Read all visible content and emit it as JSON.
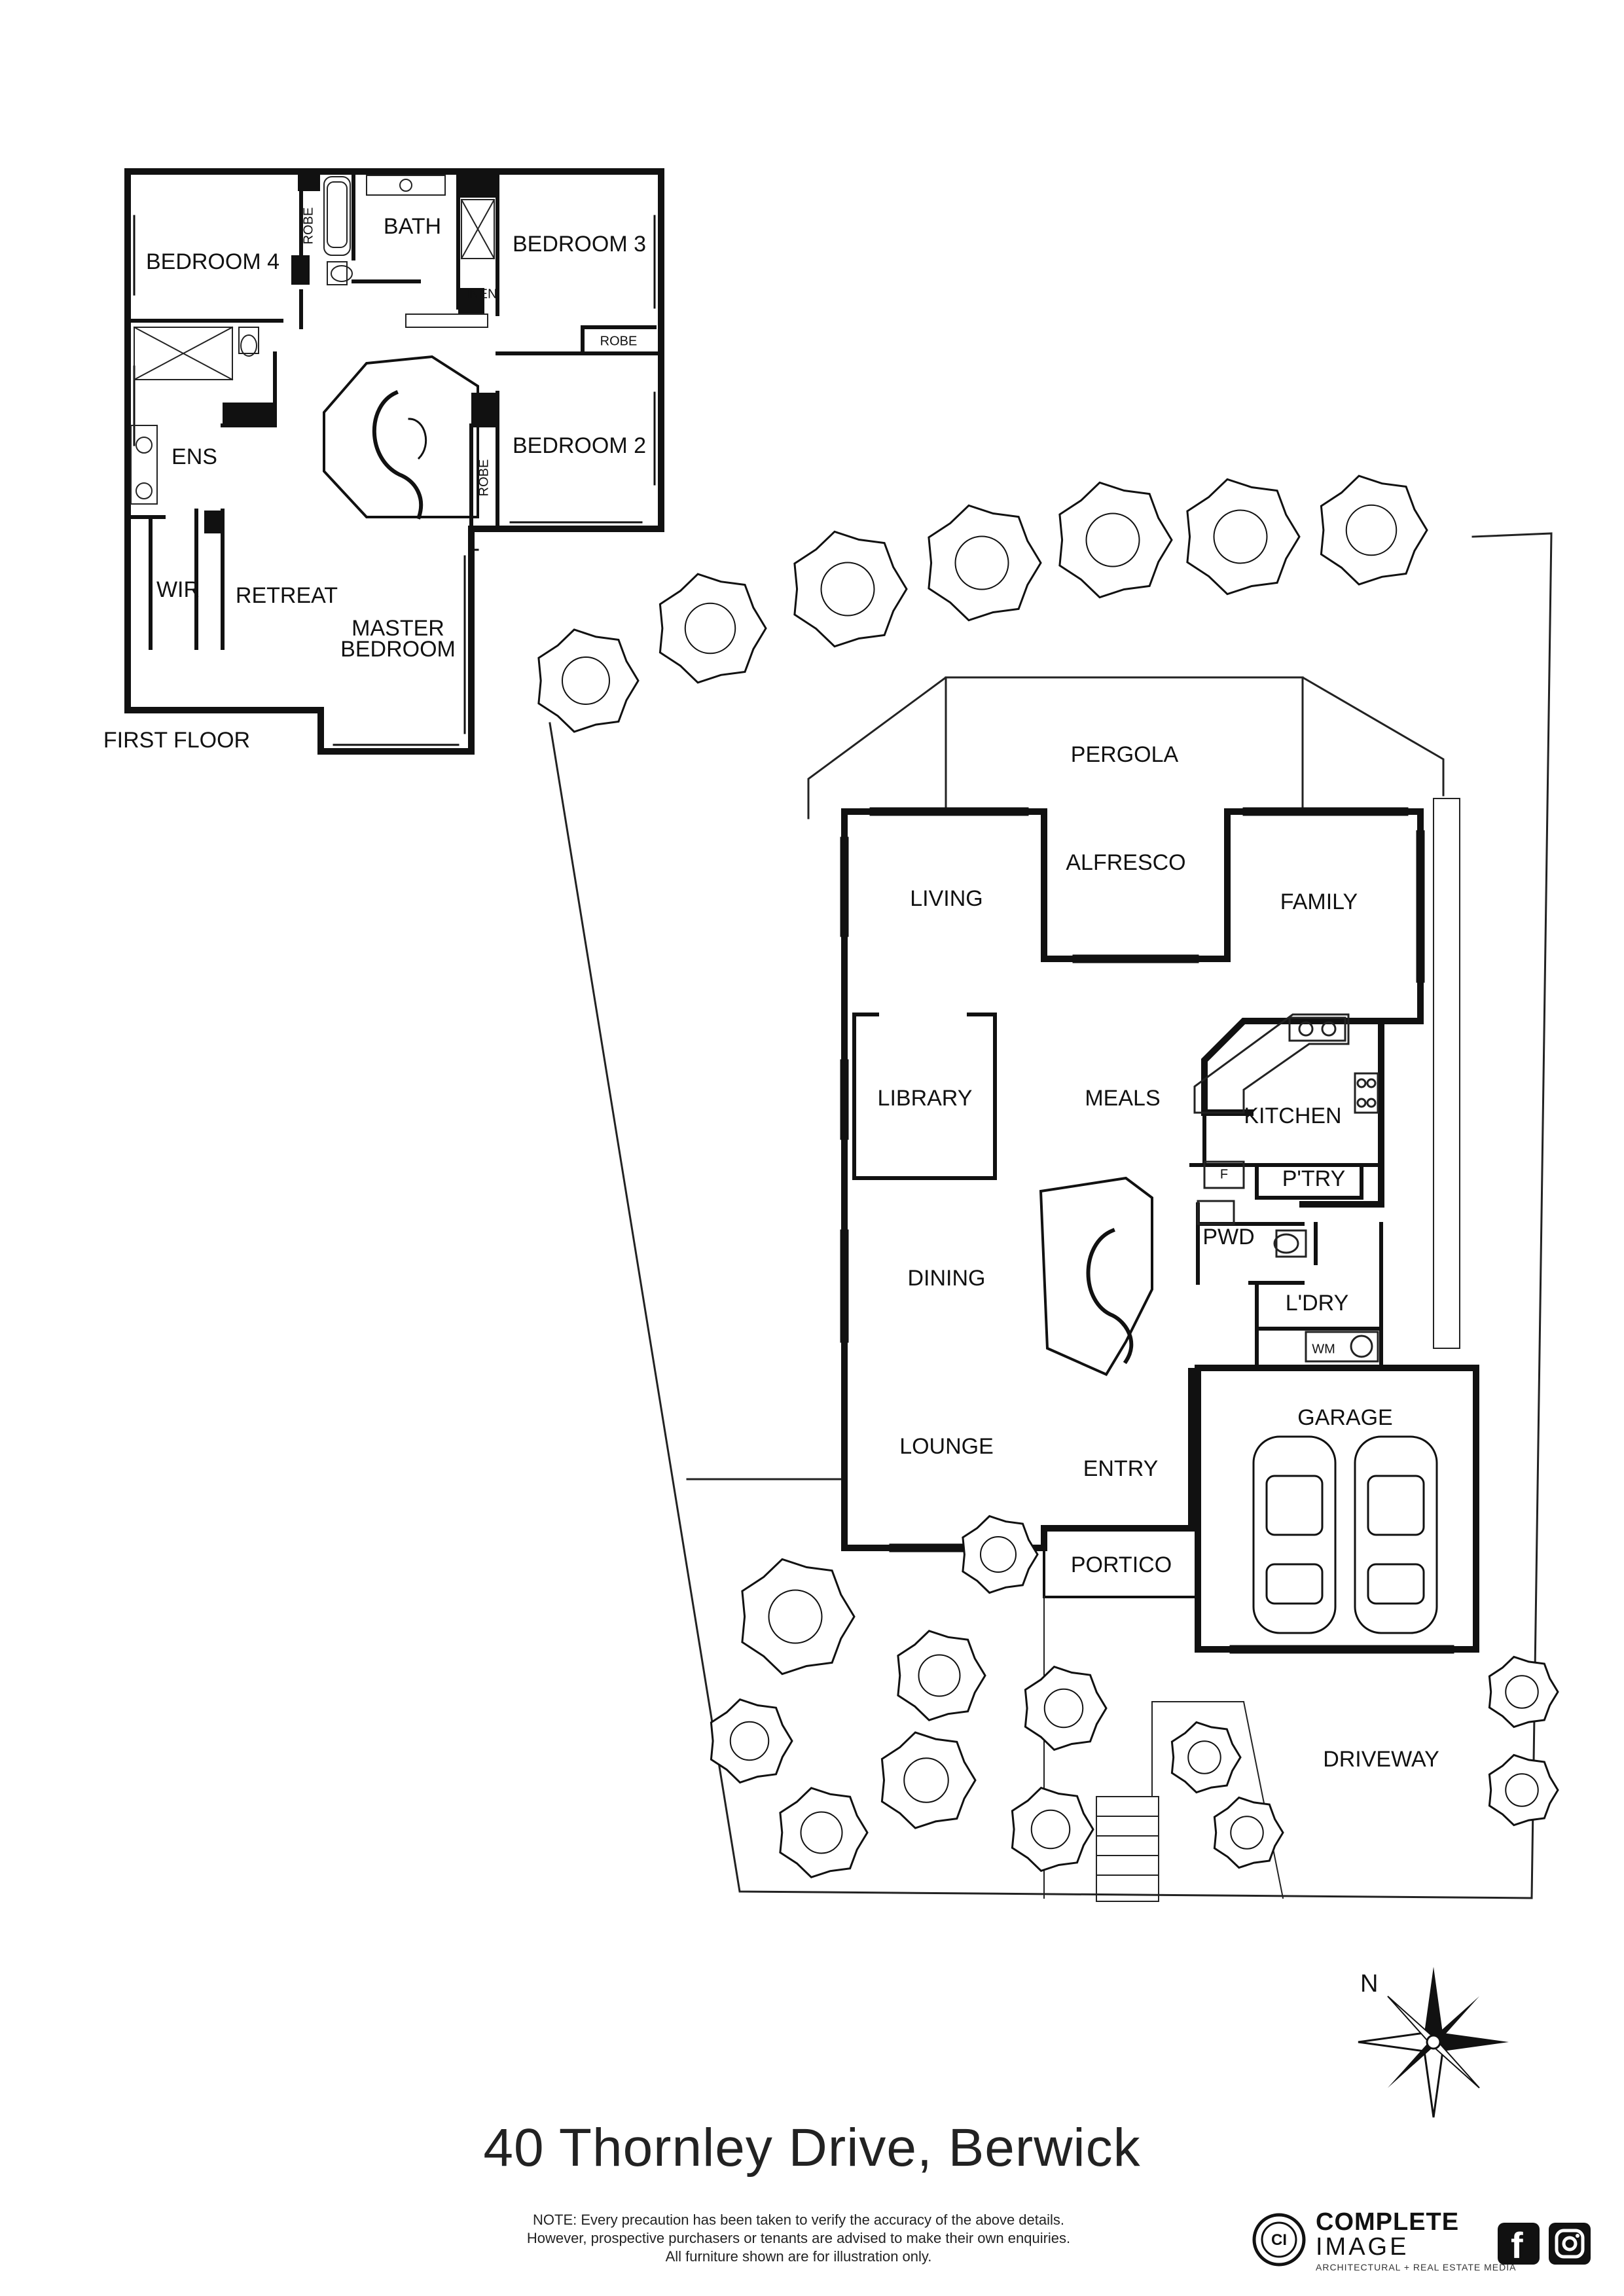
{
  "first_floor": {
    "caption": "FIRST FLOOR",
    "rooms": {
      "bedroom4": "BEDROOM 4",
      "bath": "BATH",
      "bedroom3": "BEDROOM 3",
      "robe_bed4": "ROBE",
      "linen": "LINEN",
      "robe_bed3": "ROBE",
      "ens": "ENS",
      "bedroom2": "BEDROOM 2",
      "robe_bed2": "ROBE",
      "wir": "WIR",
      "retreat": "RETREAT",
      "master_line1": "MASTER",
      "master_line2": "BEDROOM"
    }
  },
  "ground_floor": {
    "rooms": {
      "pergola": "PERGOLA",
      "alfresco": "ALFRESCO",
      "living": "LIVING",
      "family": "FAMILY",
      "library": "LIBRARY",
      "meals": "MEALS",
      "kitchen": "KITCHEN",
      "fridge": "F",
      "pantry": "P'TRY",
      "pwd": "PWD",
      "dining": "DINING",
      "laundry": "L'DRY",
      "wm": "WM",
      "garage": "GARAGE",
      "lounge": "LOUNGE",
      "entry": "ENTRY",
      "portico": "PORTICO",
      "driveway": "DRIVEWAY"
    }
  },
  "compass": {
    "label": "N"
  },
  "address": "40 Thornley Drive, Berwick",
  "note": {
    "line1": "NOTE: Every precaution has been taken to verify the accuracy of the above details.",
    "line2": "However, prospective purchasers or tenants are advised to make their own enquiries.",
    "line3": "All furniture shown are for illustration only."
  },
  "brand": {
    "name_line1": "COMPLETE",
    "name_line2": "IMAGE",
    "tagline": "ARCHITECTURAL + REAL ESTATE MEDIA",
    "logo_text": "CI"
  },
  "social": {
    "facebook_glyph": "f",
    "instagram_glyph": "◎"
  },
  "colors": {
    "wall": "#111111",
    "line": "#222222",
    "background": "#ffffff"
  }
}
